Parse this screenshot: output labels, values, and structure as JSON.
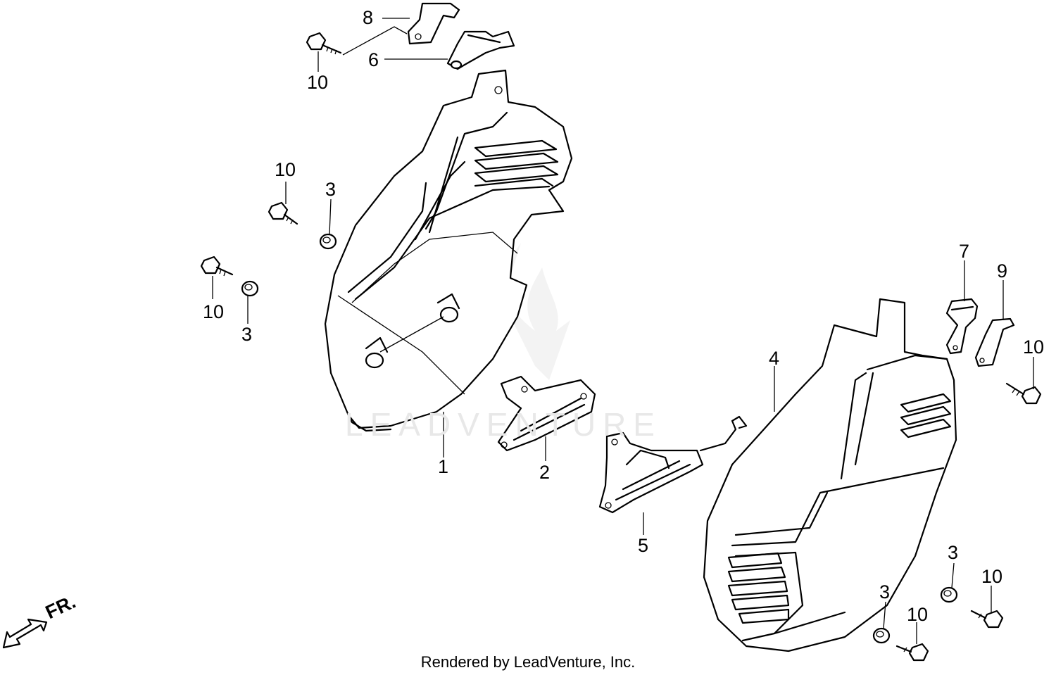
{
  "diagram": {
    "footer": "Rendered by LeadVenture, Inc.",
    "watermark": "LEADVENTURE",
    "direction_label": "FR.",
    "callouts": {
      "p1": "1",
      "p2": "2",
      "p3a": "3",
      "p3b": "3",
      "p3c": "3",
      "p3d": "3",
      "p4": "4",
      "p5": "5",
      "p6": "6",
      "p7": "7",
      "p8": "8",
      "p9": "9",
      "p10a": "10",
      "p10b": "10",
      "p10c": "10",
      "p10d": "10",
      "p10e": "10",
      "p10f": "10"
    }
  }
}
